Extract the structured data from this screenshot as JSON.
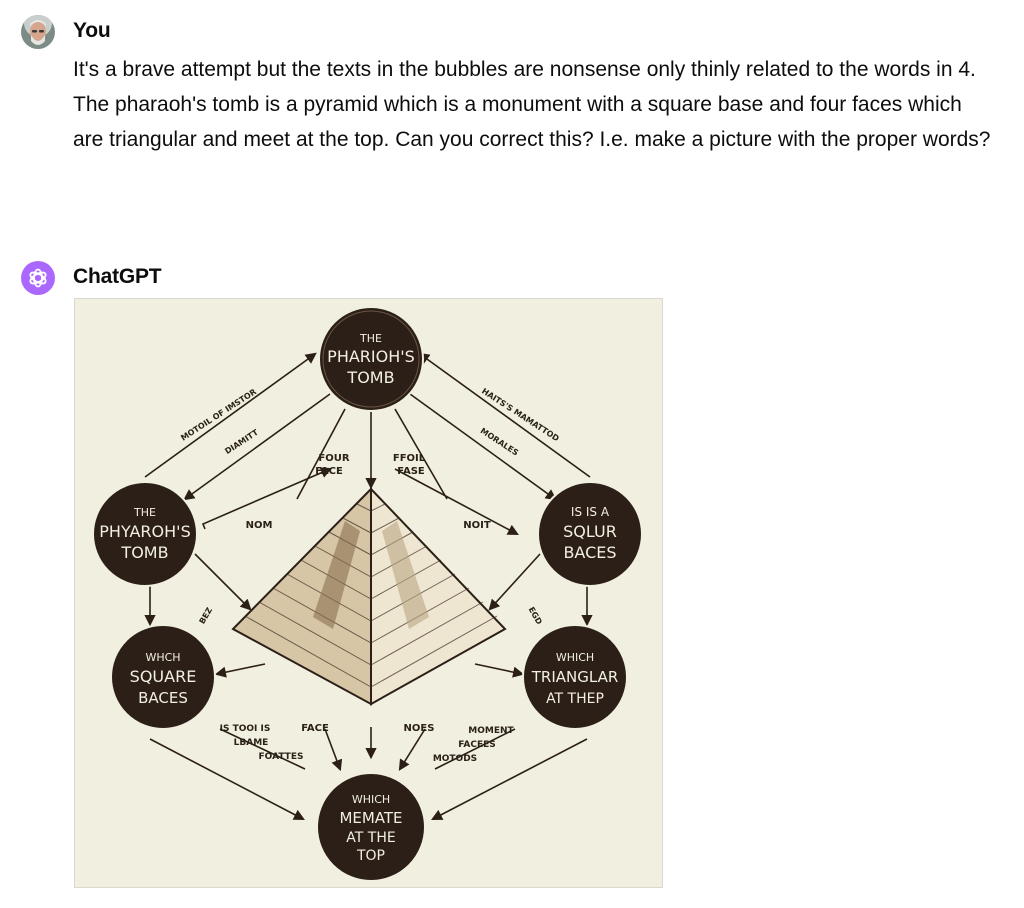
{
  "user_message": {
    "author": "You",
    "text": "It's a brave attempt but the texts in the bubbles are nonsense only thinly related to the words in 4. The pharaoh's tomb is a pyramid which is a monument with a square base and four faces which are triangular and meet at the top. Can you correct this? I.e. make a picture with the proper words?"
  },
  "assistant_message": {
    "author": "ChatGPT",
    "image": {
      "bubbles": {
        "top": [
          "THE",
          "PHARIOH'S",
          "TOMB"
        ],
        "left": [
          "THE",
          "PHYAROH'S",
          "TOMB"
        ],
        "right": [
          "IS IS A",
          "SQLUR",
          "BACES"
        ],
        "lower_left": [
          "WHCH",
          "SQUARE",
          "BACES"
        ],
        "lower_right": [
          "WHICH",
          "TRIANGLAR",
          "AT THEP"
        ],
        "bottom": [
          "WHICH",
          "MEMATE",
          "AT  THE",
          "TOP"
        ]
      },
      "annotations": {
        "four_face": [
          "FOUR",
          "FACE"
        ],
        "ffoil_fase": [
          "FFOIL",
          "FASE"
        ],
        "nom": "NOM",
        "noit": "NOIT",
        "left_curve_1": "MOTOIL OF IMSTOR",
        "left_curve_2": "DIAMITT",
        "right_curve_1": "HAITS'S MAMATTOD",
        "right_curve_2": "MORALES",
        "left_small": "BEZ",
        "right_small": "EGD",
        "is_tooi": [
          "IS TOOI IS",
          "LBAME",
          "FOATTES"
        ],
        "face": "FACE",
        "noes": "NOES",
        "moment": [
          "MOMENT",
          "FACEES",
          "MOTODS"
        ]
      }
    }
  },
  "colors": {
    "bubble_fill": "#2b1f17",
    "bubble_text": "#f3efe2",
    "image_bg": "#f1efdf",
    "assistant_avatar": "#ab68ff"
  }
}
